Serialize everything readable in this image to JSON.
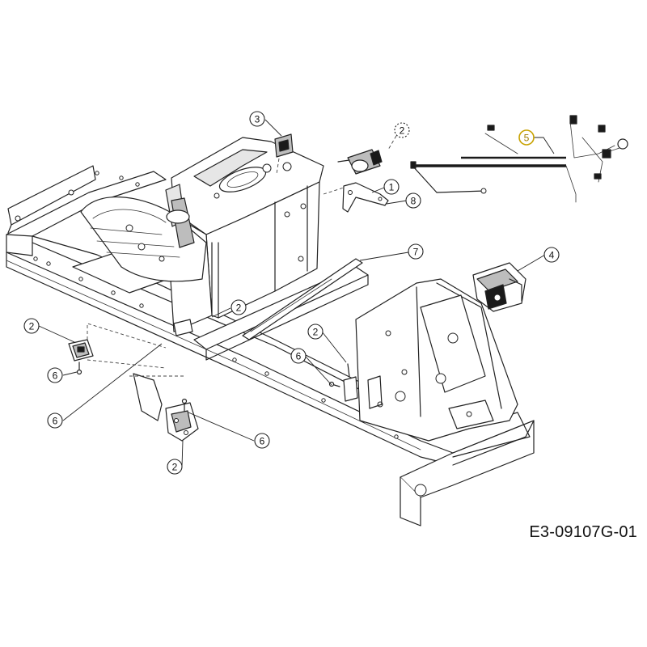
{
  "drawing": {
    "reference_code": "E3-09107G-01"
  },
  "callouts": [
    {
      "id": "c-3",
      "label": "3"
    },
    {
      "id": "c-2-top",
      "label": "2"
    },
    {
      "id": "c-1",
      "label": "1"
    },
    {
      "id": "c-8",
      "label": "8"
    },
    {
      "id": "c-5",
      "label": "5",
      "highlight": "#c8a200"
    },
    {
      "id": "c-7",
      "label": "7"
    },
    {
      "id": "c-4",
      "label": "4"
    },
    {
      "id": "c-2-mid",
      "label": "2"
    },
    {
      "id": "c-2-left",
      "label": "2"
    },
    {
      "id": "c-6-left",
      "label": "6"
    },
    {
      "id": "c-2-center",
      "label": "2"
    },
    {
      "id": "c-6-center",
      "label": "6"
    },
    {
      "id": "c-6-bottomleft",
      "label": "6"
    },
    {
      "id": "c-6-bracket",
      "label": "6"
    },
    {
      "id": "c-2-bottom",
      "label": "2"
    }
  ]
}
